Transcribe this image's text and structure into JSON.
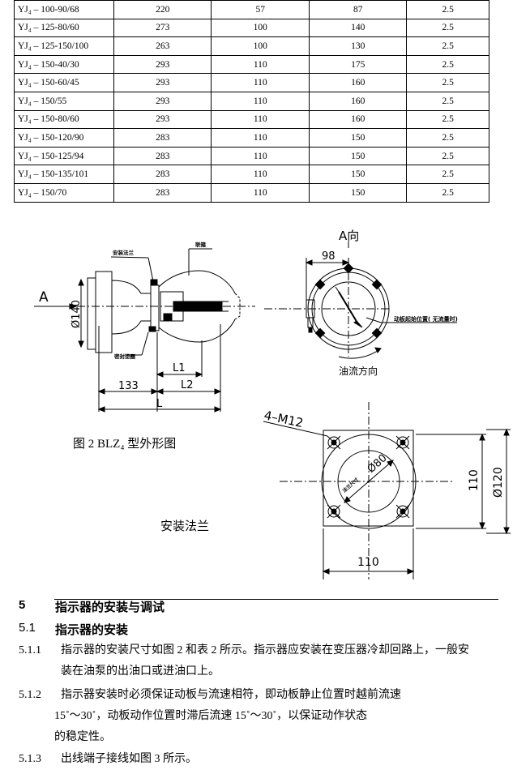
{
  "table": {
    "rows": [
      [
        "YJ₄ – 100-90/68",
        "220",
        "57",
        "87",
        "2.5"
      ],
      [
        "YJ₄ – 125-80/60",
        "273",
        "100",
        "140",
        "2.5"
      ],
      [
        "YJ₄ – 125-150/100",
        "263",
        "100",
        "130",
        "2.5"
      ],
      [
        "YJ₄ – 150-40/30",
        "293",
        "110",
        "175",
        "2.5"
      ],
      [
        "YJ₄ – 150-60/45",
        "293",
        "110",
        "160",
        "2.5"
      ],
      [
        "YJ₄ – 150/55",
        "293",
        "110",
        "160",
        "2.5"
      ],
      [
        "YJ₄ – 150-80/60",
        "293",
        "110",
        "160",
        "2.5"
      ],
      [
        "YJ₄ – 150-120/90",
        "283",
        "110",
        "150",
        "2.5"
      ],
      [
        "YJ₄ – 150-125/94",
        "283",
        "110",
        "150",
        "2.5"
      ],
      [
        "YJ₄ – 150-135/101",
        "283",
        "110",
        "150",
        "2.5"
      ],
      [
        "YJ₄ – 150/70",
        "283",
        "110",
        "150",
        "2.5"
      ]
    ]
  },
  "figure": {
    "caption": "图 2 BLZ₄  型外形图",
    "flange_caption": "安装法兰",
    "side_view": {
      "arrow_label": "A",
      "dia": "Ø140",
      "flange_label": "安装法兰",
      "seal_label": "密封垫圈",
      "band_label": "联箍",
      "l1": "L1",
      "l2": "L2",
      "d133": "133",
      "l": "L"
    },
    "a_view": {
      "title": "A向",
      "d98": "98",
      "pos_label": "动板起始位置( 无流量时)",
      "flow_label": "油流方向"
    },
    "flange_view": {
      "bolts": "4–M12",
      "bore": "Ø80",
      "bore_label": "法兰尺寸",
      "w110": "110",
      "h110": "110",
      "d120": "Ø120"
    }
  },
  "section": {
    "num": "5",
    "title": "指示器的安装与调试",
    "sub": {
      "num": "5.1",
      "title": "指示器的安装"
    },
    "items": [
      {
        "num": "5.1.1",
        "lines": [
          "指示器的安装尺寸如图 2 和表 2 所示。指示器应安装在变压器冷却回路上，一般安",
          "装在油泵的出油口或进油口上。"
        ]
      },
      {
        "num": "5.1.2",
        "lines": [
          "指示器安装时必须保证动板与流速相符，即动板静止位置时越前流速",
          "15˚～30˚，动板动作位置时滞后流速 15˚～30˚，以保证动作状态",
          "的稳定性。"
        ]
      },
      {
        "num": "5.1.3",
        "lines": [
          "出线端子接线如图 3 所示。"
        ]
      }
    ]
  }
}
